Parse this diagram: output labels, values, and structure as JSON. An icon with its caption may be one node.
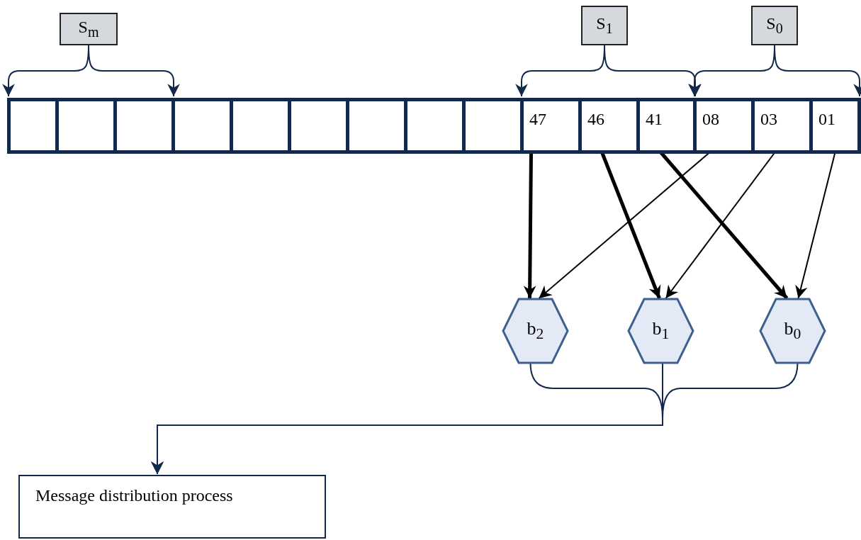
{
  "diagram": {
    "nodes": [
      {
        "text": [
          "S$_{m}$"
        ]
      },
      {
        "text": [
          "S$_{1}$"
        ]
      },
      {
        "text": [
          "S$_{0}$"
        ]
      },
      {
        "text": [],
        "shape": "box"
      },
      {
        "text": [],
        "shape": "box"
      },
      {
        "text": [],
        "shape": "box"
      },
      {
        "text": [],
        "shape": "box"
      },
      {
        "text": [],
        "shape": "box"
      },
      {
        "text": [],
        "shape": "box"
      },
      {
        "text": [],
        "shape": "box"
      },
      {
        "text": [],
        "shape": "box"
      },
      {
        "text": [],
        "shape": "box"
      },
      {
        "text": [
          "47"
        ]
      },
      {
        "text": [
          "46"
        ]
      },
      {
        "text": [
          "41"
        ]
      },
      {
        "text": [
          "08"
        ]
      },
      {
        "text": [
          "03"
        ]
      },
      {
        "text": [
          "01"
        ]
      },
      {
        "text": [
          "b$_{2}$"
        ]
      },
      {
        "text": [
          "b$_{1}$"
        ]
      },
      {
        "text": [
          "b$_{0}$"
        ]
      },
      {
        "text": [
          "Message distribution process"
        ]
      }
    ],
    "edges": [
      {
        "from": 0,
        "to": 3,
        "arrow": "to"
      },
      {
        "from": 0,
        "to": 5,
        "arrow": "to"
      },
      {
        "from": 1,
        "to": 12,
        "arrow": "to"
      },
      {
        "from": 1,
        "to": 14,
        "arrow": "to"
      },
      {
        "from": 2,
        "to": 15,
        "arrow": "to"
      },
      {
        "from": 2,
        "to": 17,
        "arrow": "to"
      },
      {
        "from": 12,
        "to": 18,
        "arrow": "to",
        "style": "thick",
        "color": "#000000"
      },
      {
        "from": 13,
        "to": 19,
        "arrow": "to",
        "style": "thick",
        "color": "#000000"
      },
      {
        "from": 14,
        "to": 20,
        "arrow": "to",
        "style": "thick",
        "color": "#000000"
      },
      {
        "from": 15,
        "to": 18,
        "arrow": "to",
        "color": "#000000"
      },
      {
        "from": 16,
        "to": 19,
        "arrow": "to",
        "color": "#000000"
      },
      {
        "from": 17,
        "to": 20,
        "arrow": "to",
        "color": "#000000"
      },
      {
        "from": 18,
        "to": 21,
        "arrow": "to"
      },
      {
        "from": 19,
        "to": 21,
        "arrow": "to"
      },
      {
        "from": 20,
        "to": 21,
        "arrow": "to"
      }
    ]
  }
}
